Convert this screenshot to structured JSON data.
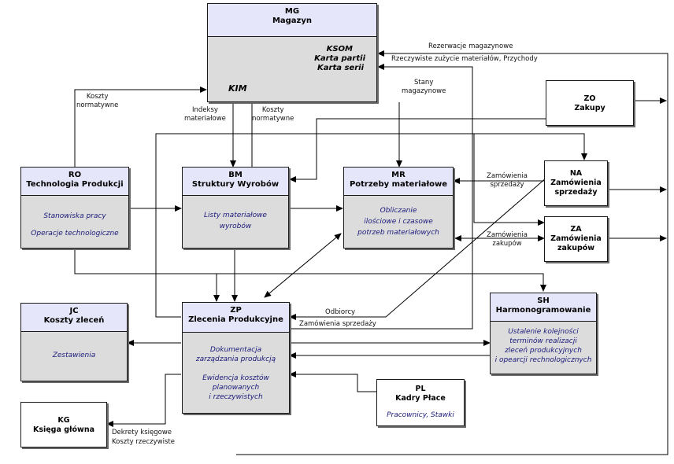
{
  "modules": {
    "mg": {
      "code": "MG",
      "name": "Magazyn",
      "sub1": "KSOM",
      "sub2": "Karta partii",
      "sub3": "Karta serii",
      "sub4": "KIM"
    },
    "ro": {
      "code": "RO",
      "name": "Technologia Produkcji",
      "d1": "Stanowiska pracy",
      "d2": "Operacje technologiczne"
    },
    "bm": {
      "code": "BM",
      "name": "Struktury Wyrobów",
      "d1": "Listy materiałowe",
      "d2": "wyrobów"
    },
    "mr": {
      "code": "MR",
      "name": "Potrzeby materiałowe",
      "d1": "Obliczanie",
      "d2": "ilościowe i czasowe",
      "d3": "potrzeb materiałowych"
    },
    "zo": {
      "code": "ZO",
      "name": "Zakupy"
    },
    "na": {
      "code": "NA",
      "name1": "Zamówienia",
      "name2": "sprzedaży"
    },
    "za": {
      "code": "ZA",
      "name1": "Zamówienia",
      "name2": "zakupów"
    },
    "jc": {
      "code": "JC",
      "name": "Koszty zleceń",
      "d1": "Zestawienia"
    },
    "zp": {
      "code": "ZP",
      "name": "Zlecenia Produkcyjne",
      "d1": "Dokumentacja",
      "d2": "zarządzania produkcją",
      "d3": "Ewidencja kosztów",
      "d4": "planowanych",
      "d5": "i rzeczywistych"
    },
    "sh": {
      "code": "SH",
      "name": "Harmonogramowanie",
      "d1": "Ustalenie kolejności",
      "d2": "terminów realizacji",
      "d3": "zleceń produkcyjnych",
      "d4": "i opearcji rechnologicznych"
    },
    "pl": {
      "code": "PL",
      "name": "Kadry Płace",
      "d1": "Pracownicy, Stawki"
    },
    "kg": {
      "code": "KG",
      "name": "Księga główna"
    }
  },
  "labels": {
    "rezerwacje": "Rezerwacje magazynowe",
    "rzeczywiste": "Rzeczywiste zużycie materiałów, Przychody",
    "stany1": "Stany",
    "stany2": "magazynowe",
    "kosztyNorm1": "Koszty",
    "kosztyNorm2": "normatywne",
    "indeksy1": "Indeksy",
    "indeksy2": "materiałowe",
    "kosztyNorm3": "Koszty",
    "kosztyNorm4": "normatywne",
    "zamSprz1": "Zamówienia",
    "zamSprz2": "sprzedaży",
    "zamZak1": "Zamówienia",
    "zamZak2": "zakupów",
    "odbiorcy": "Odbiorcy",
    "zamSprz3": "Zamówienia sprzedaży",
    "dekrety": "Dekrety księgowe",
    "kosztyRz": "Koszty rzeczywiste"
  }
}
